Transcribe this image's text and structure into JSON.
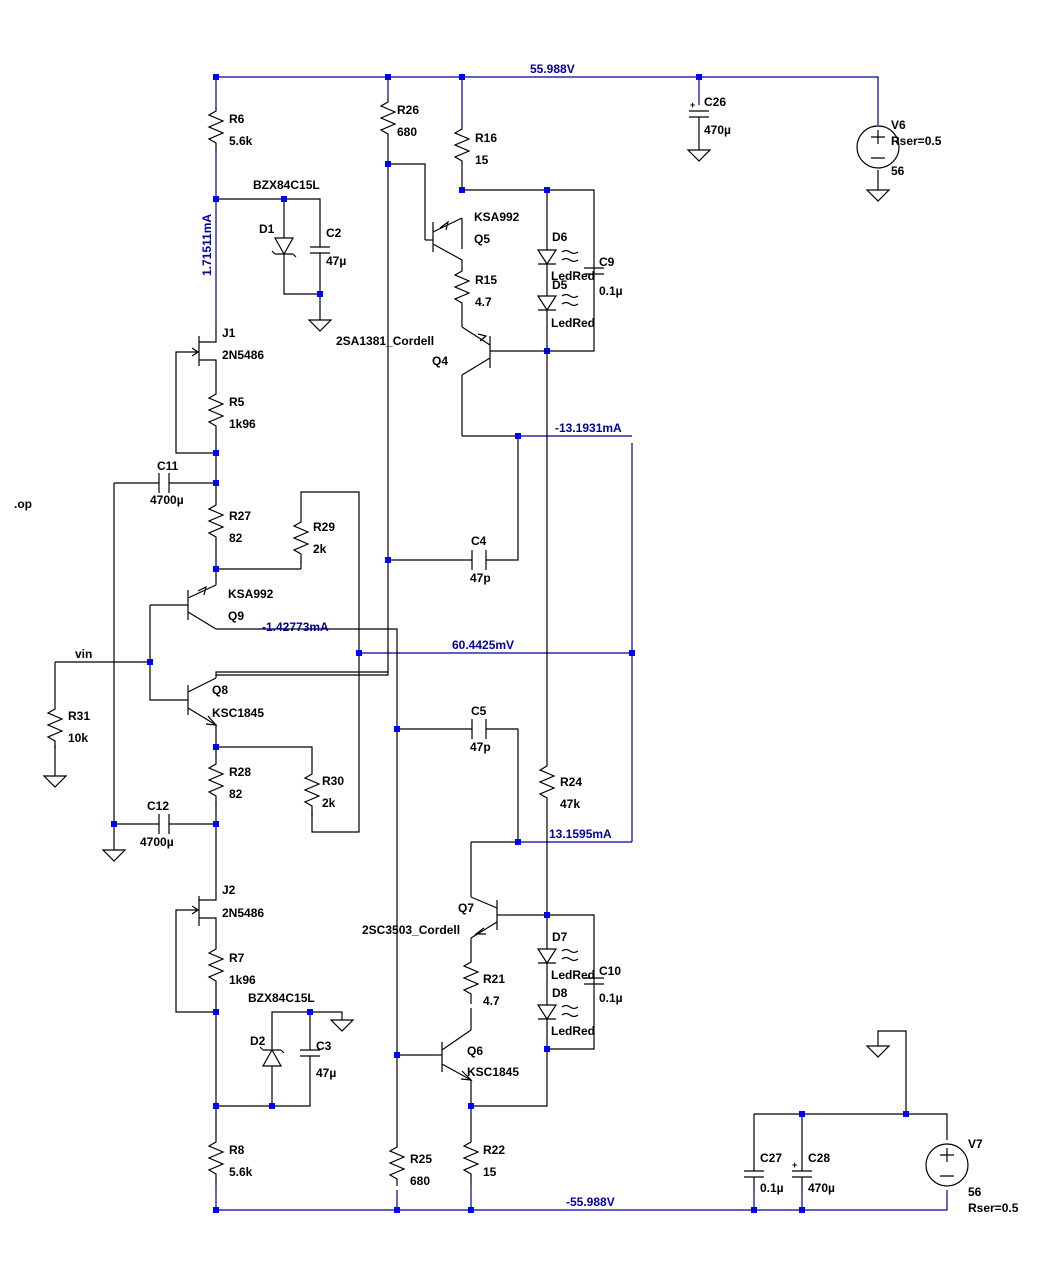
{
  "colors": {
    "wire": "#000000",
    "net": "#00009a",
    "junction": "#0000ff",
    "background": "#ffffff"
  },
  "directive": ".op",
  "node_labels": {
    "vin": "vin",
    "v_pos": "55.988V",
    "v_neg": "-55.988V",
    "i_r6": "1.71511mA",
    "i_q4": "-13.1931mA",
    "i_q9": "-1.42773mA",
    "v_out": "60.4425mV",
    "i_q7": "13.1595mA"
  },
  "components": {
    "R6": {
      "name": "R6",
      "value": "5.6k"
    },
    "R26": {
      "name": "R26",
      "value": "680"
    },
    "R16": {
      "name": "R16",
      "value": "15"
    },
    "C26": {
      "name": "C26",
      "value": "470µ"
    },
    "V6": {
      "name": "V6",
      "value": "56",
      "param": "Rser=0.5"
    },
    "D1": {
      "name": "D1",
      "model": "BZX84C15L"
    },
    "C2": {
      "name": "C2",
      "value": "47µ"
    },
    "Q5": {
      "name": "Q5",
      "model": "KSA992"
    },
    "D6": {
      "name": "D6",
      "model": "LedRed"
    },
    "C9": {
      "name": "C9",
      "value": "0.1µ"
    },
    "R15": {
      "name": "R15",
      "value": "4.7"
    },
    "D5": {
      "name": "D5",
      "model": "LedRed"
    },
    "J1": {
      "name": "J1",
      "model": "2N5486"
    },
    "Q4": {
      "name": "Q4",
      "model": "2SA1381_Cordell"
    },
    "R5": {
      "name": "R5",
      "value": "1k96"
    },
    "C11": {
      "name": "C11",
      "value": "4700µ"
    },
    "R27": {
      "name": "R27",
      "value": "82"
    },
    "R29": {
      "name": "R29",
      "value": "2k"
    },
    "C4": {
      "name": "C4",
      "value": "47p"
    },
    "Q9": {
      "name": "Q9",
      "model": "KSA992"
    },
    "Q8": {
      "name": "Q8",
      "model": "KSC1845"
    },
    "R31": {
      "name": "R31",
      "value": "10k"
    },
    "C5": {
      "name": "C5",
      "value": "47p"
    },
    "R28": {
      "name": "R28",
      "value": "82"
    },
    "R30": {
      "name": "R30",
      "value": "2k"
    },
    "R24": {
      "name": "R24",
      "value": "47k"
    },
    "C12": {
      "name": "C12",
      "value": "4700µ"
    },
    "J2": {
      "name": "J2",
      "model": "2N5486"
    },
    "Q7": {
      "name": "Q7",
      "model": "2SC3503_Cordell"
    },
    "D7": {
      "name": "D7",
      "model": "LedRed"
    },
    "C10": {
      "name": "C10",
      "value": "0.1µ"
    },
    "R7": {
      "name": "R7",
      "value": "1k96"
    },
    "R21": {
      "name": "R21",
      "value": "4.7"
    },
    "D8": {
      "name": "D8",
      "model": "LedRed"
    },
    "D2": {
      "name": "D2",
      "model": "BZX84C15L"
    },
    "C3": {
      "name": "C3",
      "value": "47µ"
    },
    "Q6": {
      "name": "Q6",
      "model": "KSC1845"
    },
    "R8": {
      "name": "R8",
      "value": "5.6k"
    },
    "R25": {
      "name": "R25",
      "value": "680"
    },
    "R22": {
      "name": "R22",
      "value": "15"
    },
    "C27": {
      "name": "C27",
      "value": "0.1µ"
    },
    "C28": {
      "name": "C28",
      "value": "470µ"
    },
    "V7": {
      "name": "V7",
      "value": "56",
      "param": "Rser=0.5"
    }
  }
}
